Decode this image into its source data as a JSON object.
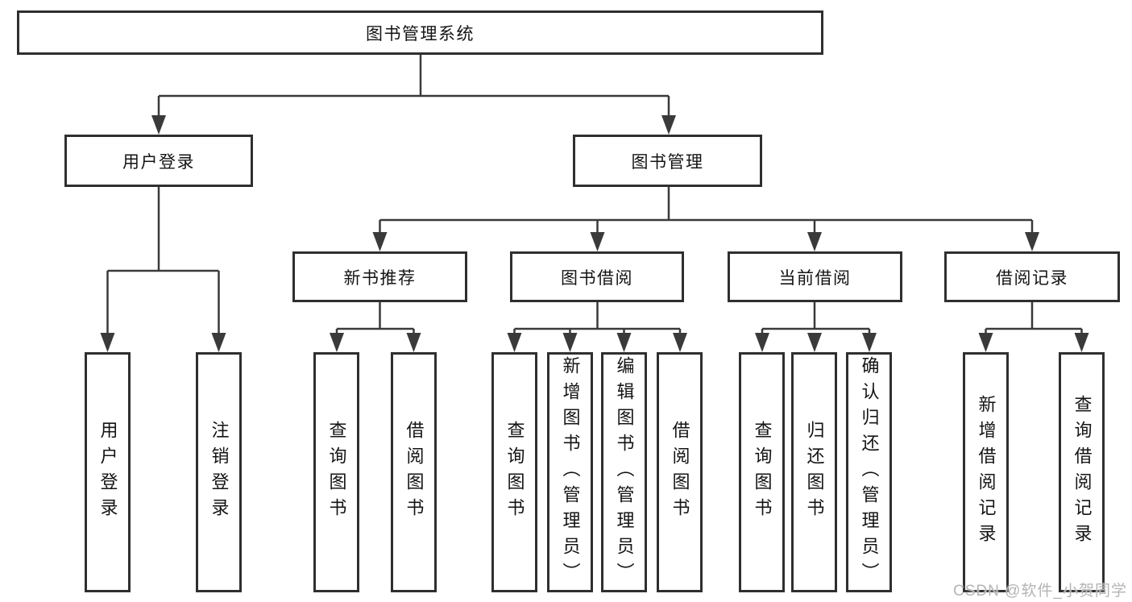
{
  "tree": {
    "label": "图书管理系统",
    "children": [
      {
        "label": "用户登录",
        "children": [
          {
            "label": "用户登录"
          },
          {
            "label": "注销登录"
          }
        ]
      },
      {
        "label": "图书管理",
        "children": [
          {
            "label": "新书推荐",
            "children": [
              {
                "label": "查询图书"
              },
              {
                "label": "借阅图书"
              }
            ]
          },
          {
            "label": "图书借阅",
            "children": [
              {
                "label": "查询图书"
              },
              {
                "label": "新增图书（管理员）"
              },
              {
                "label": "编辑图书（管理员）"
              },
              {
                "label": "借阅图书"
              }
            ]
          },
          {
            "label": "当前借阅",
            "children": [
              {
                "label": "查询图书"
              },
              {
                "label": "归还图书"
              },
              {
                "label": "确认归还（管理员）"
              }
            ]
          },
          {
            "label": "借阅记录",
            "children": [
              {
                "label": "新增借阅记录"
              },
              {
                "label": "查询借阅记录"
              }
            ]
          }
        ]
      }
    ]
  },
  "watermark": {
    "text": "CSDN @软件_小贺同学"
  },
  "colors": {
    "line": "#3a3a3a",
    "box_border": "#2f2f2f",
    "text": "#141414",
    "watermark": "#b4b4b4",
    "background": "#ffffff"
  }
}
